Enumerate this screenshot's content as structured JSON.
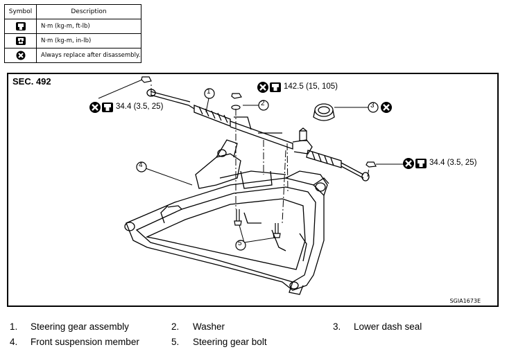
{
  "legend": {
    "header_symbol": "Symbol",
    "header_description": "Description",
    "rows": [
      {
        "icon": "torque-wrench-icon",
        "description": "N·m (kg-m, ft-lb)"
      },
      {
        "icon": "torque-wrench-small-icon",
        "description": "N·m (kg-m, in-lb)"
      },
      {
        "icon": "always-replace-icon",
        "description": "Always replace after disassembly."
      }
    ]
  },
  "diagram": {
    "section": "SEC. 492",
    "image_code": "SGIA1673E",
    "torque_left": "34.4 (3.5, 25)",
    "torque_top": "142.5 (15, 105)",
    "torque_right": "34.4 (3.5, 25)",
    "callouts": [
      "1",
      "2",
      "3",
      "4",
      "5"
    ]
  },
  "parts": [
    {
      "num": "1.",
      "name": "Steering gear assembly"
    },
    {
      "num": "2.",
      "name": "Washer"
    },
    {
      "num": "3.",
      "name": "Lower dash seal"
    },
    {
      "num": "4.",
      "name": "Front suspension member"
    },
    {
      "num": "5.",
      "name": "Steering gear bolt"
    }
  ],
  "colors": {
    "line": "#000000",
    "background": "#ffffff"
  }
}
